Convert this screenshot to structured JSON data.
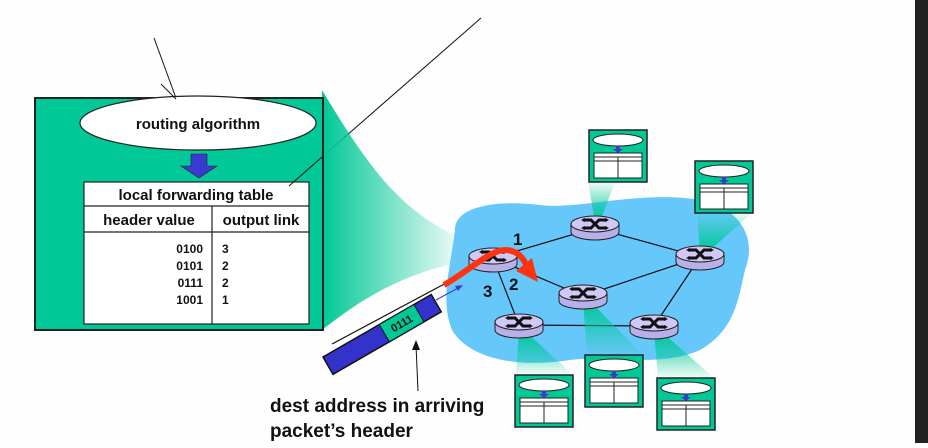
{
  "diagram": {
    "type": "network-forwarding-illustration",
    "colors": {
      "router_box": "#00c896",
      "cloud": "#66c8fa",
      "router_body": "#c8c0f0",
      "packet_body": "#3333cc",
      "packet_header": "#00c896",
      "path_arrow": "#ff3311",
      "down_arrow": "#3a3ad0"
    },
    "router_detail": {
      "algorithm_label": "routing algorithm",
      "table": {
        "title": "local forwarding table",
        "columns": [
          "header value",
          "output link"
        ],
        "rows": [
          {
            "header": "0100",
            "link": "3"
          },
          {
            "header": "0101",
            "link": "2"
          },
          {
            "header": "0111",
            "link": "2"
          },
          {
            "header": "1001",
            "link": "1"
          }
        ]
      }
    },
    "link_labels": [
      "1",
      "2",
      "3"
    ],
    "packet": {
      "header_value": "0111"
    },
    "caption": {
      "line1": "dest address in arriving",
      "line2": "packet’s header"
    }
  }
}
